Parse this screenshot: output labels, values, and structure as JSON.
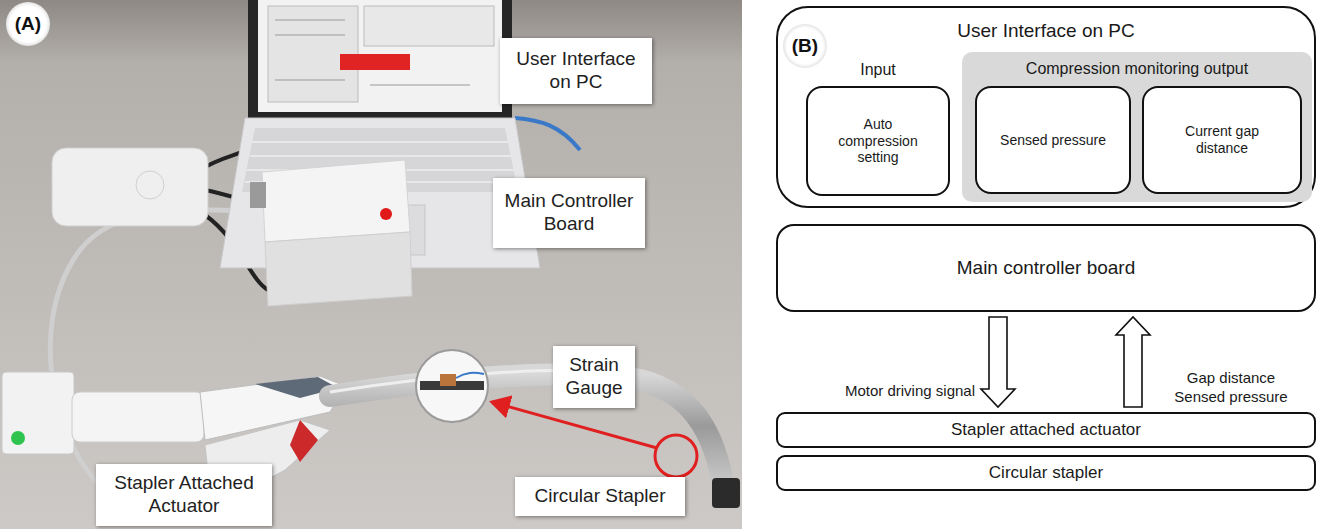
{
  "diagram": {
    "nodes": [
      {
        "text": [
          "(A)"
        ]
      },
      {
        "text": [
          "User Interface on PC"
        ]
      },
      {
        "text": [
          "Main Controller Board"
        ]
      },
      {
        "text": [
          "Strain Gauge"
        ]
      },
      {
        "text": [
          "Stapler Attached Actuator"
        ]
      },
      {
        "text": [
          "Circular Stapler"
        ]
      },
      {
        "text": [
          "User Interface on PC"
        ]
      },
      {
        "text": [
          "(B)"
        ],
        "in": 6
      },
      {
        "text": [
          "Input",
          "Auto compression setting"
        ],
        "in": 6
      },
      {
        "text": [
          "Compression monitoring output"
        ],
        "in": 6
      },
      {
        "text": [
          "Sensed pressure"
        ],
        "in": 9
      },
      {
        "text": [
          "Current gap distance"
        ],
        "in": 9
      },
      {
        "text": [
          "Main controller board"
        ]
      },
      {
        "text": [
          "Stapler attached actuator"
        ]
      },
      {
        "text": [
          "Circular stapler"
        ]
      }
    ],
    "edges": [
      {
        "from": 12,
        "to": 13,
        "label": "Motor driving signal",
        "arrow": "to"
      },
      {
        "from": 13,
        "to": 12,
        "label": "Gap distance Sensed pressure",
        "arrow": "to"
      }
    ]
  }
}
